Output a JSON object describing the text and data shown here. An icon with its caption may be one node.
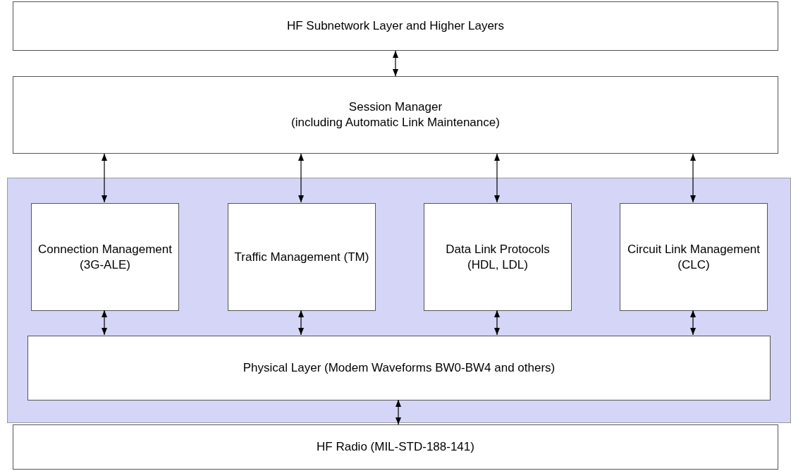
{
  "diagram": {
    "nodes": [
      {
        "text": [
          "HF Subnetwork Layer and Higher Layers"
        ]
      },
      {
        "text": [
          "Session Manager",
          "(including Automatic Link Maintenance)"
        ]
      },
      {
        "text": [],
        "shape": "box"
      },
      {
        "text": [
          "Connection Management (3G-ALE)"
        ],
        "in": 2
      },
      {
        "text": [
          "Traffic Management (TM)"
        ],
        "in": 2
      },
      {
        "text": [
          "Data Link Protocols (HDL, LDL)"
        ],
        "in": 2
      },
      {
        "text": [
          "Circuit Link Management (CLC)"
        ],
        "in": 2
      },
      {
        "text": [
          "Physical Layer (Modem Waveforms BW0-BW4 and others)"
        ],
        "in": 2
      },
      {
        "text": [
          "HF Radio (MIL-STD-188-141)"
        ]
      }
    ],
    "edges": [
      {
        "from": 0,
        "to": 1,
        "arrow": "both"
      },
      {
        "from": 1,
        "to": 3,
        "arrow": "both"
      },
      {
        "from": 1,
        "to": 4,
        "arrow": "both"
      },
      {
        "from": 1,
        "to": 5,
        "arrow": "both"
      },
      {
        "from": 1,
        "to": 6,
        "arrow": "both"
      },
      {
        "from": 3,
        "to": 7,
        "arrow": "both"
      },
      {
        "from": 4,
        "to": 7,
        "arrow": "both"
      },
      {
        "from": 5,
        "to": 7,
        "arrow": "both"
      },
      {
        "from": 6,
        "to": 7,
        "arrow": "both"
      },
      {
        "from": 7,
        "to": 8,
        "arrow": "both"
      }
    ]
  }
}
